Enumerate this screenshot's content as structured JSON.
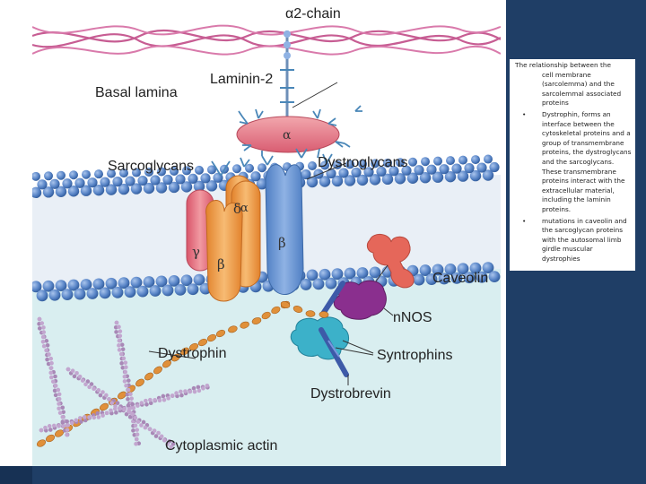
{
  "figure": {
    "labels": {
      "alpha2_chain": "α2-chain",
      "basal_lamina": "Basal lamina",
      "laminin2": "Laminin-2",
      "alpha_laminin": "α",
      "sarcoglycans": "Sarcoglycans",
      "dystroglycans": "Dystroglycans",
      "sg_gamma": "γ",
      "sg_beta": "β",
      "sg_delta": "δ",
      "sg_alpha": "α",
      "dg_beta": "β",
      "caveolin": "Caveolin",
      "nnos": "nNOS",
      "dystrophin": "Dystrophin",
      "syntrophins": "Syntrophins",
      "dystrobrevin": "Dystrobrevin",
      "cytoplasmic_actin": "Cytoplasmic actin"
    },
    "colors": {
      "extracellular": "#ffffff",
      "cytoplasm": "#d9eef0",
      "lipid_head": "#5a86c8",
      "lipid_tail": "#e9eff6",
      "laminin_chain": "#cf6b9a",
      "laminin_alpha": "#e98a9a",
      "sarcoglycan_orange": "#f0a04a",
      "sarcoglycan_pink": "#e8707a",
      "dystroglycan_blue": "#6f9bd6",
      "caveolin": "#e5675a",
      "nnos": "#8a2f8e",
      "syntrophin": "#3cb1c9",
      "dystrobrevin": "#5a78c8",
      "dystrophin": "#e0903a",
      "actin": "#a888b6",
      "glycan": "#4a87b8"
    }
  },
  "notes": {
    "intro_lines": [
      "The relationship between the",
      "cell membrane",
      "(sarcolemma) and the",
      "sarcolemmal associated",
      "proteins"
    ],
    "bullet_marker": "•",
    "bullets": [
      "Dystrophin, forms an interface between the cytoskeletal proteins and a group of transmembrane proteins, the dystroglycans and the sarcoglycans. These transmembrane proteins interact with the extracellular material, including the laminin proteins.",
      "mutations in caveolin and the sarcoglycan proteins with the autosomal limb girdle muscular dystrophies"
    ]
  }
}
